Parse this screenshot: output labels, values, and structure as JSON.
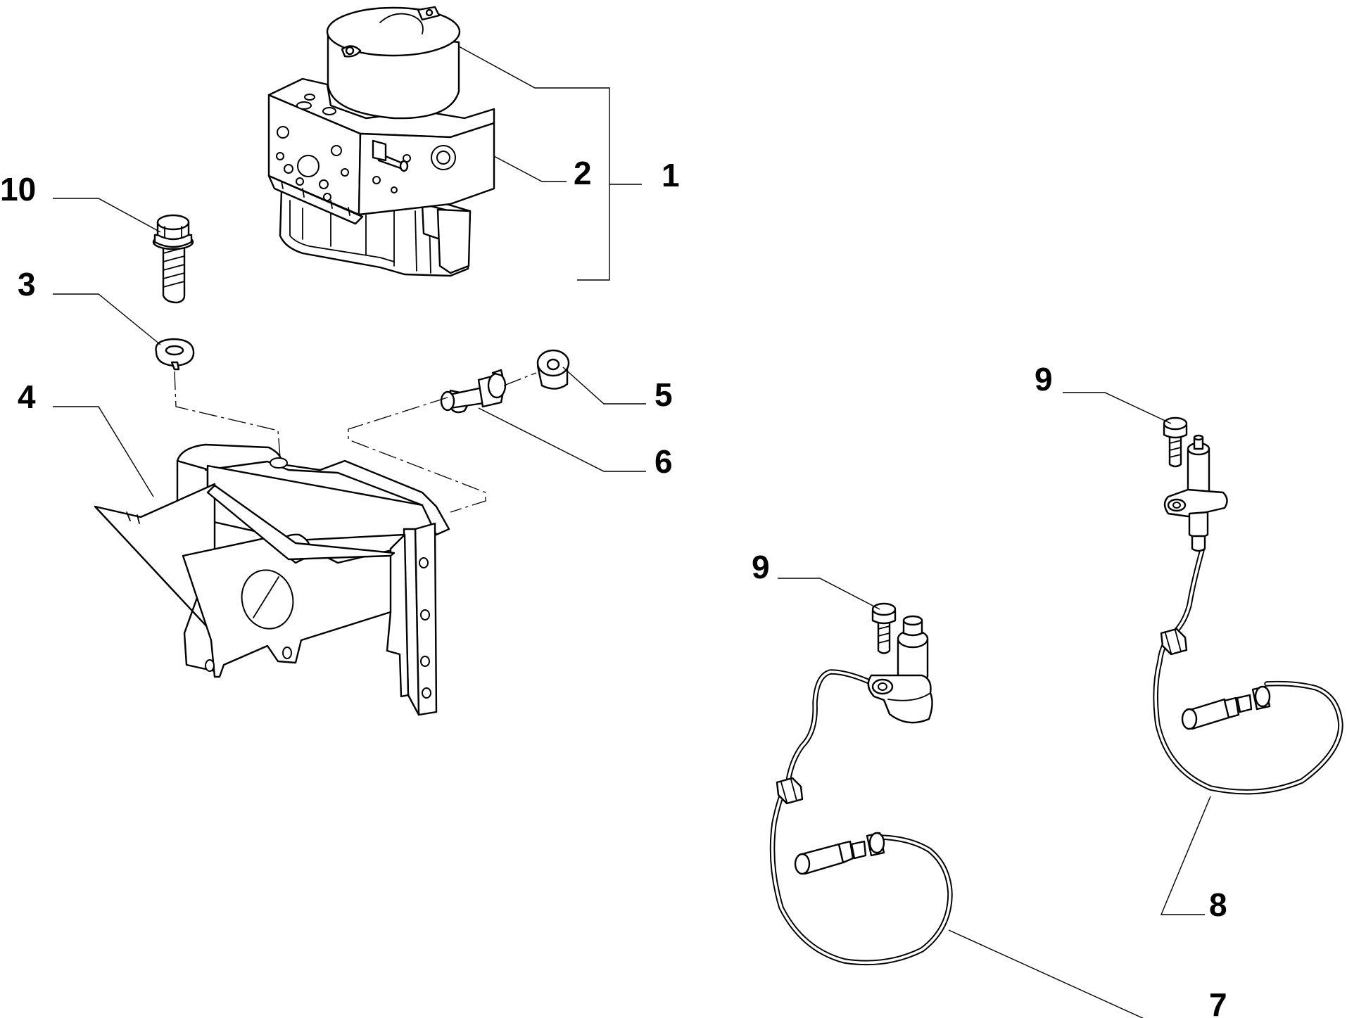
{
  "callouts": {
    "c1": "1",
    "c2": "2",
    "c3": "3",
    "c4": "4",
    "c5": "5",
    "c6": "6",
    "c7": "7",
    "c8": "8",
    "c9a": "9",
    "c9b": "9",
    "c10": "10"
  }
}
